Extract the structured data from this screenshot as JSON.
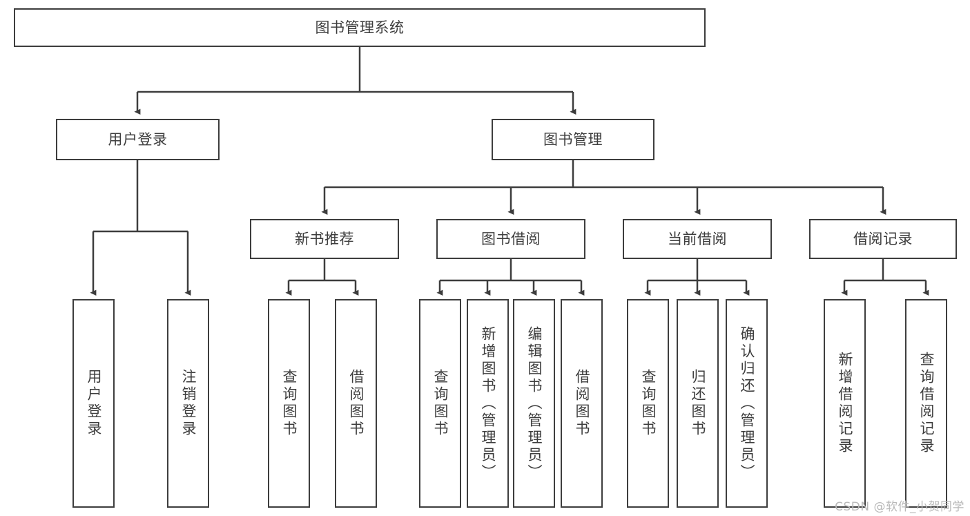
{
  "diagram": {
    "title": "图书管理系统",
    "type": "tree",
    "watermark": "CSDN @软件_小贺同学",
    "colors": {
      "stroke": "#3d3d3d",
      "text": "#3d3d3d",
      "background": "#ffffff",
      "watermark": "#b8b8b8"
    },
    "root": {
      "label": "图书管理系统"
    },
    "level2": [
      {
        "label": "用户登录"
      },
      {
        "label": "图书管理"
      }
    ],
    "level3": [
      {
        "label": "新书推荐"
      },
      {
        "label": "图书借阅"
      },
      {
        "label": "当前借阅"
      },
      {
        "label": "借阅记录"
      }
    ],
    "leaves": {
      "user_login": [
        {
          "label": "用户登录"
        },
        {
          "label": "注销登录"
        }
      ],
      "new_book": [
        {
          "label": "查询图书"
        },
        {
          "label": "借阅图书"
        }
      ],
      "book_borrow": [
        {
          "label": "查询图书"
        },
        {
          "label": "新增图书（管理员）"
        },
        {
          "label": "编辑图书（管理员）"
        },
        {
          "label": "借阅图书"
        }
      ],
      "current_borrow": [
        {
          "label": "查询图书"
        },
        {
          "label": "归还图书"
        },
        {
          "label": "确认归还（管理员）"
        }
      ],
      "borrow_record": [
        {
          "label": "新增借阅记录"
        },
        {
          "label": "查询借阅记录"
        }
      ]
    }
  }
}
